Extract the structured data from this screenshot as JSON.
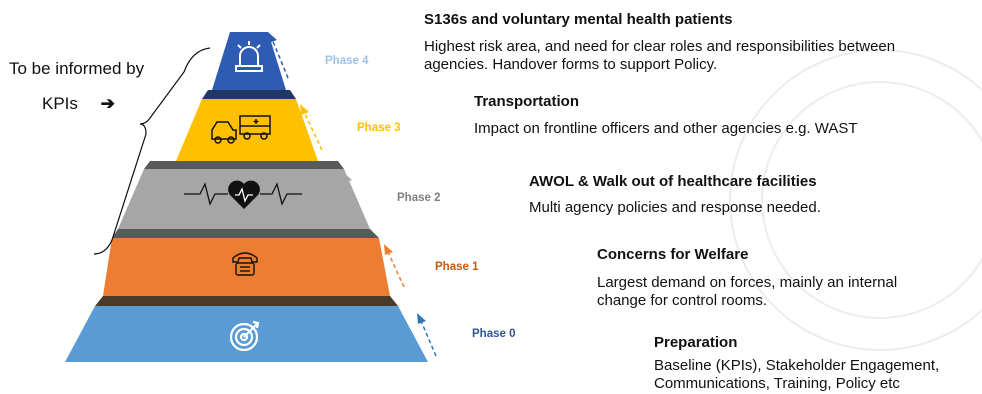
{
  "side_note": {
    "line1": "To be informed by",
    "line2": "KPIs",
    "arrow": "➔"
  },
  "phases": [
    {
      "label": "Phase 4",
      "color": "#9dc3e6",
      "icon": "siren-icon",
      "title": "S136s and voluntary mental health patients",
      "desc_lines": [
        "Highest risk area, and need for clear roles and responsibilities between",
        "agencies. Handover forms to support Policy."
      ]
    },
    {
      "label": "Phase 3",
      "color": "#ffc000",
      "icon": "vehicles-icon",
      "title": "Transportation",
      "desc_lines": [
        "Impact on frontline officers and other agencies e.g. WAST"
      ]
    },
    {
      "label": "Phase 2",
      "color": "#7f7f7f",
      "icon": "heartbeat-icon",
      "title": "AWOL & Walk out of healthcare facilities",
      "desc_lines": [
        "Multi agency policies and response needed."
      ]
    },
    {
      "label": "Phase 1",
      "color": "#c55a11",
      "icon": "telephone-icon",
      "title": "Concerns for Welfare",
      "desc_lines": [
        "Largest demand on forces, mainly an internal",
        "change for control rooms."
      ]
    },
    {
      "label": "Phase 0",
      "color": "#2f5597",
      "icon": "target-icon",
      "title": "Preparation",
      "desc_lines": [
        "Baseline (KPIs), Stakeholder Engagement,",
        "Communications, Training, Policy etc"
      ]
    }
  ],
  "tier_colors": {
    "phase4": "#2f5cb3",
    "phase3": "#ffc000",
    "phase2": "#a6a6a6",
    "phase1": "#ed7d31",
    "phase0": "#5b9bd5"
  }
}
